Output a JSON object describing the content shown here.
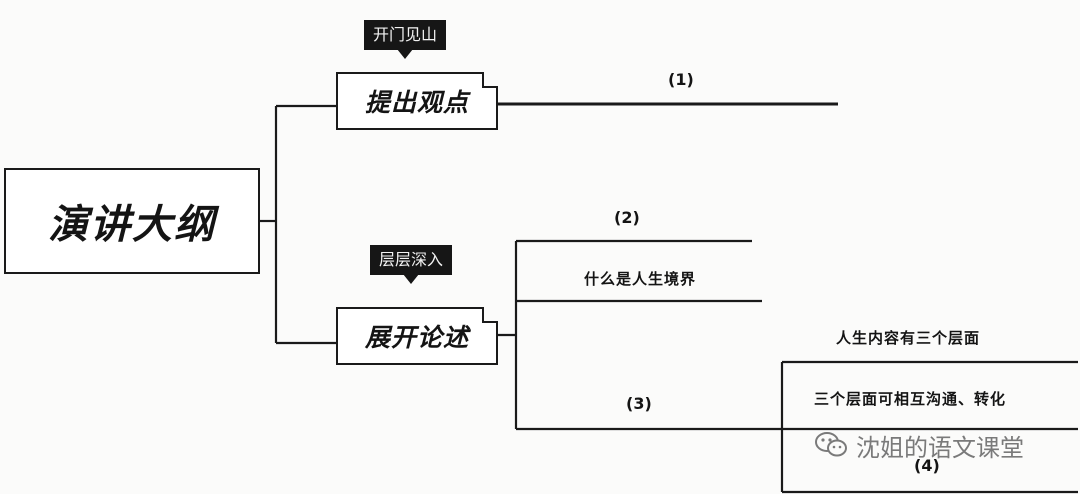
{
  "root": {
    "label": "演讲大纲"
  },
  "nodes": [
    {
      "label": "提出观点",
      "tag": "开门见山"
    },
    {
      "label": "展开论述",
      "tag": "层层深入"
    }
  ],
  "branch1": {
    "blank": "(1)"
  },
  "branch2": {
    "blank": "(2)",
    "item": "什么是人生境界"
  },
  "branch3": {
    "blank": "(3)",
    "items": [
      "人生内容有三个层面",
      "三个层面可相互沟通、转化"
    ],
    "blank_last": "(4)"
  },
  "watermark": {
    "text": "沈姐的语文课堂"
  },
  "colors": {
    "line": "#1a1a1a",
    "tag_bg": "#161616",
    "watermark": "#7a7a7a"
  }
}
